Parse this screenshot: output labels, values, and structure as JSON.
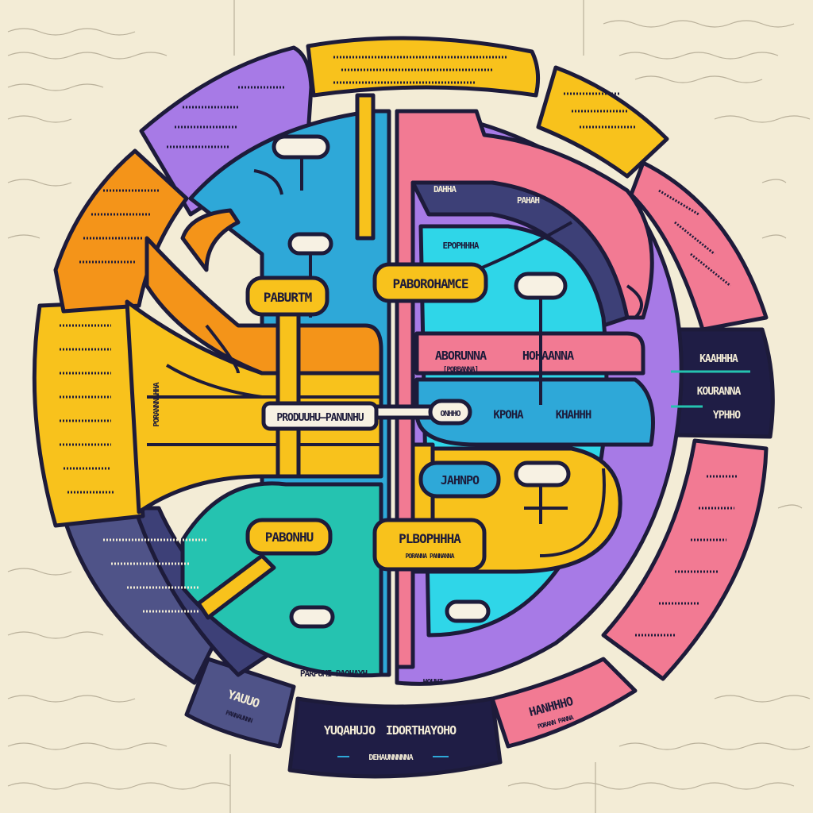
{
  "colors": {
    "background": "#f3ecd6",
    "outline": "#1d1b3a",
    "yellow": "#f8c21c",
    "orange": "#f49419",
    "blue": "#2ea8d8",
    "cyan": "#2fd6e8",
    "pink": "#f27a93",
    "purple": "#a77ae6",
    "navy": "#1f1d45",
    "slate": "#4f5388",
    "teal": "#25c3b0"
  },
  "labels": {
    "hub_left": "PABURTM",
    "hub_right": "PABOROHAMCE",
    "pink_band_title": "ABORUNNA",
    "pink_band_sub": "[PORBANNA]",
    "pink_band_title_2": "HOHAANNA",
    "center_bar": "PRODUUHU—PANUNHU",
    "center_pill": "ONHHO",
    "blue_left": "KPOHA",
    "blue_right": "KHAHHH",
    "blue_pill": "JAHNPO",
    "hub_lower_left": "PABONHU",
    "hub_lower_right": "PLBOPHHHA",
    "hub_lower_right_sub": "PORANNA PANNANNA",
    "cyan_top": "EPOPHHHA",
    "navy_band_1": "DAHHA",
    "navy_band_2": "PAHAH",
    "teal_bottom": "PARPUMI—PAOHAYH",
    "purple_bottom": "HOUHI",
    "left_vertical": "PORANNNAHHA"
  },
  "ring": {
    "right_dark": [
      "KAAHHHA",
      "KOURANNA",
      "YPHHO"
    ],
    "bottom_dark": [
      "YUQAHUJO",
      "IDORTHAYOHO",
      "DEHAUNNNNNA"
    ],
    "bottom_slate": "YAUUO",
    "bottom_slate_sub": "PANNAUNNN",
    "bottom_pink": "HANHHHO",
    "bottom_pink_sub": "PORANN PANNA"
  }
}
